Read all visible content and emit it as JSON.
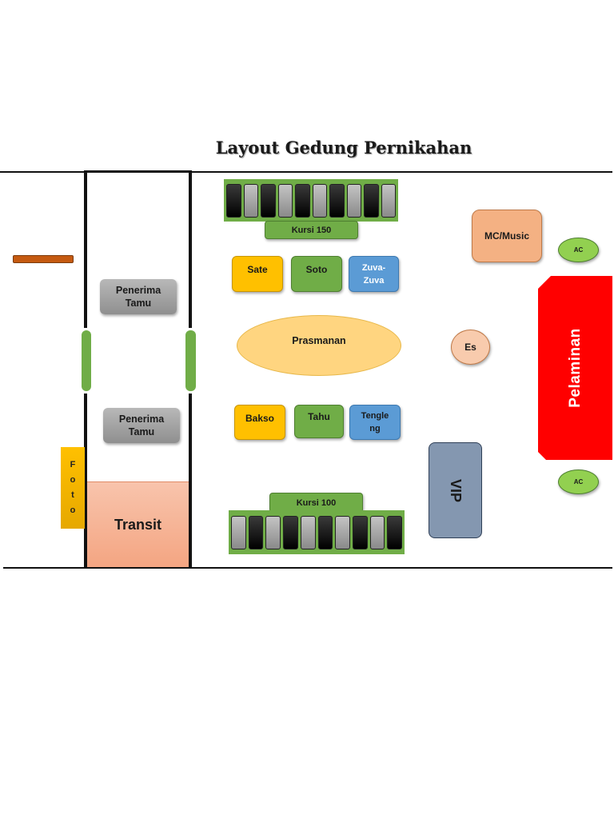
{
  "title": "Layout Gedung Pernikahan",
  "entrance": {
    "reception_1": [
      "Penerima",
      "Tamu"
    ],
    "reception_2": [
      "Penerima",
      "Tamu"
    ],
    "photo": [
      "F",
      "o",
      "t",
      "o"
    ],
    "transit": "Transit"
  },
  "seating": {
    "top_label": "Kursi 150",
    "bottom_label": "Kursi 100"
  },
  "food_stalls": {
    "sate": "Sate",
    "soto": "Soto",
    "zuva": [
      "Zuva-",
      "Zuva"
    ],
    "bakso": "Bakso",
    "tahu": "Tahu",
    "tengleng": [
      "Tengle",
      "ng"
    ]
  },
  "buffet": "Prasmanan",
  "ice": "Es",
  "mc": "MC/Music",
  "vip": "VIP",
  "stage": "Pelaminan",
  "ac_top": "AC",
  "ac_bottom": "AC",
  "colors": {
    "stage": "#ff0000",
    "transit": "#f4a582",
    "mc": "#f4b183",
    "vip": "#8497b0",
    "buffet": "#ffd580",
    "door": "#70ad47",
    "photo": "#f4b400"
  }
}
